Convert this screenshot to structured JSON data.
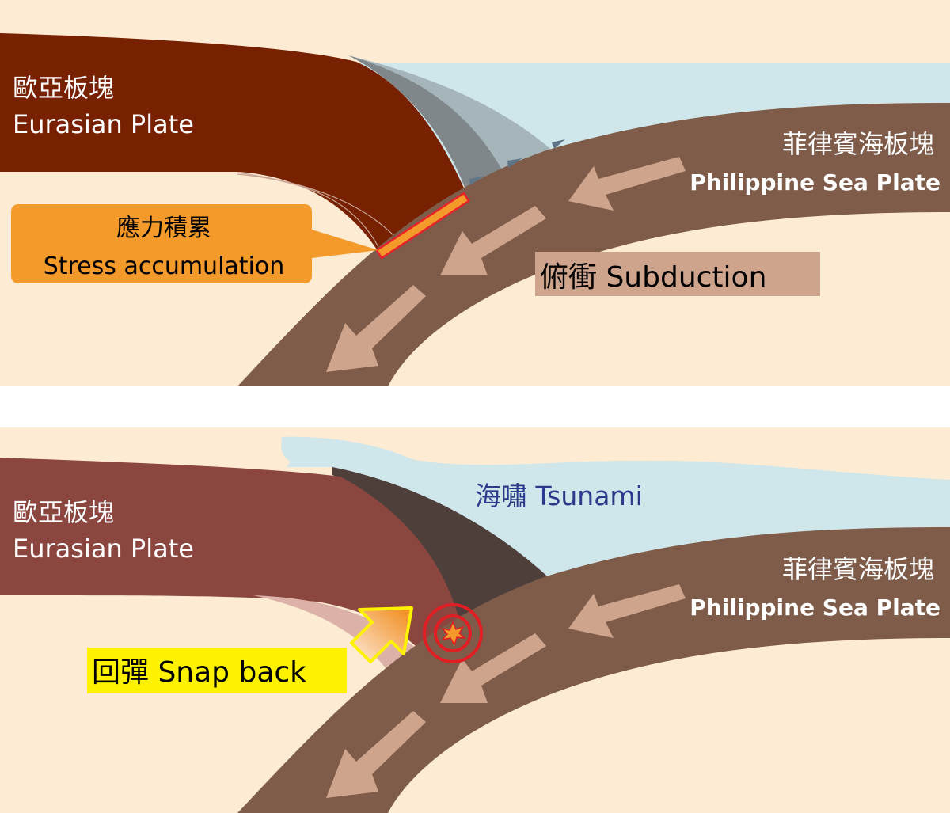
{
  "panel_top": {
    "eurasian_label_zh": "歐亞板塊",
    "eurasian_label_en": "Eurasian Plate",
    "philippine_label_zh": "菲律賓海板塊",
    "philippine_label_en": "Philippine Sea Plate",
    "stress_label_zh": "應力積累",
    "stress_label_en": "Stress accumulation",
    "subduction_label": "俯衝 Subduction"
  },
  "panel_bottom": {
    "eurasian_label_zh": "歐亞板塊",
    "eurasian_label_en": "Eurasian Plate",
    "philippine_label_zh": "菲律賓海板塊",
    "philippine_label_en": "Philippine Sea Plate",
    "tsunami_label": "海嘯 Tsunami",
    "snapback_label": "回彈 Snap back"
  },
  "colors": {
    "mantle": "#fdebd3",
    "sea": "#cfe6ea",
    "eurasian_top": "#772100",
    "eurasian_bottom": "#8b4640",
    "philippine": "#7e5c49",
    "arrow": "#cfa48c",
    "stress_callout": "#f39a2a",
    "snapback_highlight": "#fff200",
    "tsunami_text": "#2b3a8b",
    "epicenter_ring": "#e01e24"
  }
}
